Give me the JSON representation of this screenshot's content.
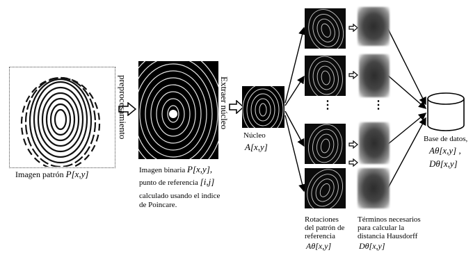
{
  "labels": {
    "input_caption": "Imagen patrón",
    "input_symbol": "P[x,y]",
    "preprocess": "preprocesamiento",
    "binary_line1_text": "Imagen binaria",
    "binary_line1_symbol": "P[x,y],",
    "binary_line2_text": "punto de referencia",
    "binary_line2_symbol": "[i,j]",
    "binary_line3": "calculado usando el indice",
    "binary_line4": "de Poincare.",
    "extract": "Extraer núcleo",
    "core_title": "Núcleo",
    "core_symbol": "A[x,y]",
    "rotations_line1": "Rotaciones",
    "rotations_line2": "del patrón de",
    "rotations_line3": "referencia",
    "rotations_symbol": "Aθ[x,y]",
    "terms_line1": "Términos necesarios",
    "terms_line2": "para    calcular    la",
    "terms_line3": "distancia  Hausdorff",
    "terms_symbol": "Dθ[x,y]",
    "db_line1": "Base de datos,",
    "db_line2": "Aθ[x,y] ,",
    "db_line3": "Dθ[x,y]",
    "dots": "⋮"
  },
  "icons": {
    "fingerprint": "fingerprint-icon",
    "database": "database-icon",
    "hollow_arrow": "hollow-arrow-icon"
  }
}
